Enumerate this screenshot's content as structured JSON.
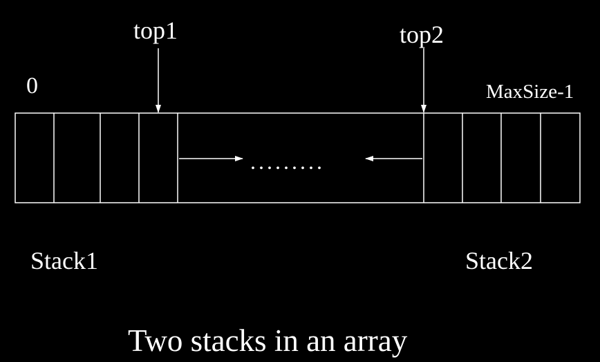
{
  "diagram": {
    "top1_label": "top1",
    "top2_label": "top2",
    "index_start_label": "0",
    "index_end_label": "MaxSize-1",
    "stack1_label": "Stack1",
    "stack2_label": "Stack2",
    "ellipsis": ".........",
    "caption": "Two stacks in an array"
  },
  "colors": {
    "background": "#000000",
    "foreground": "#ffffff"
  }
}
